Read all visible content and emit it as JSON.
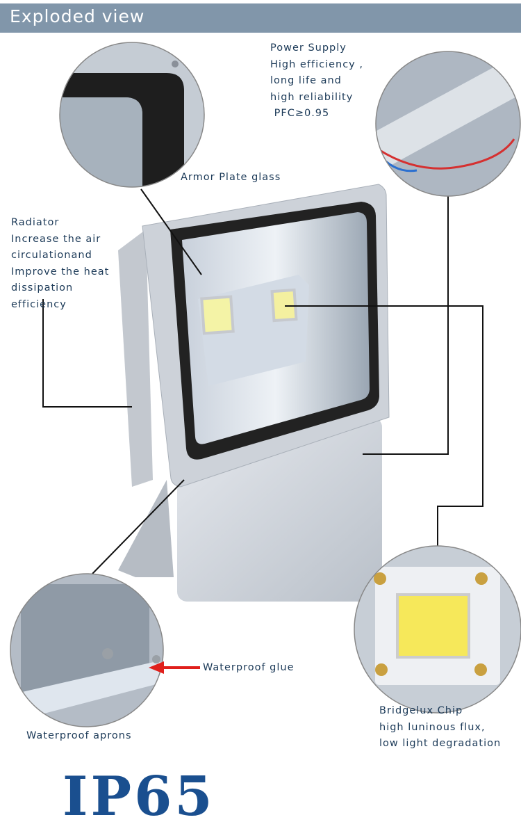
{
  "header": {
    "title": "Exploded view"
  },
  "callouts": {
    "power_supply": [
      "Power Supply",
      "High efficiency ,",
      "long life and",
      "high reliability",
      " PFC≥0.95"
    ],
    "armor_glass": "Armor Plate glass",
    "radiator": [
      "Radiator",
      "Increase the air",
      "circulationand",
      "Improve the heat",
      "dissipation",
      "efficiency"
    ],
    "waterproof_glue": "Waterproof glue",
    "waterproof_aprons": "Waterproof aprons",
    "chip": [
      "Bridgelux Chip",
      "high luninous flux,",
      "low light degradation"
    ]
  },
  "rating": "IP65",
  "colors": {
    "header": "#8196aa",
    "text": "#1c3a58",
    "rating": "#1a4f8f",
    "arrow": "#e0201c"
  }
}
